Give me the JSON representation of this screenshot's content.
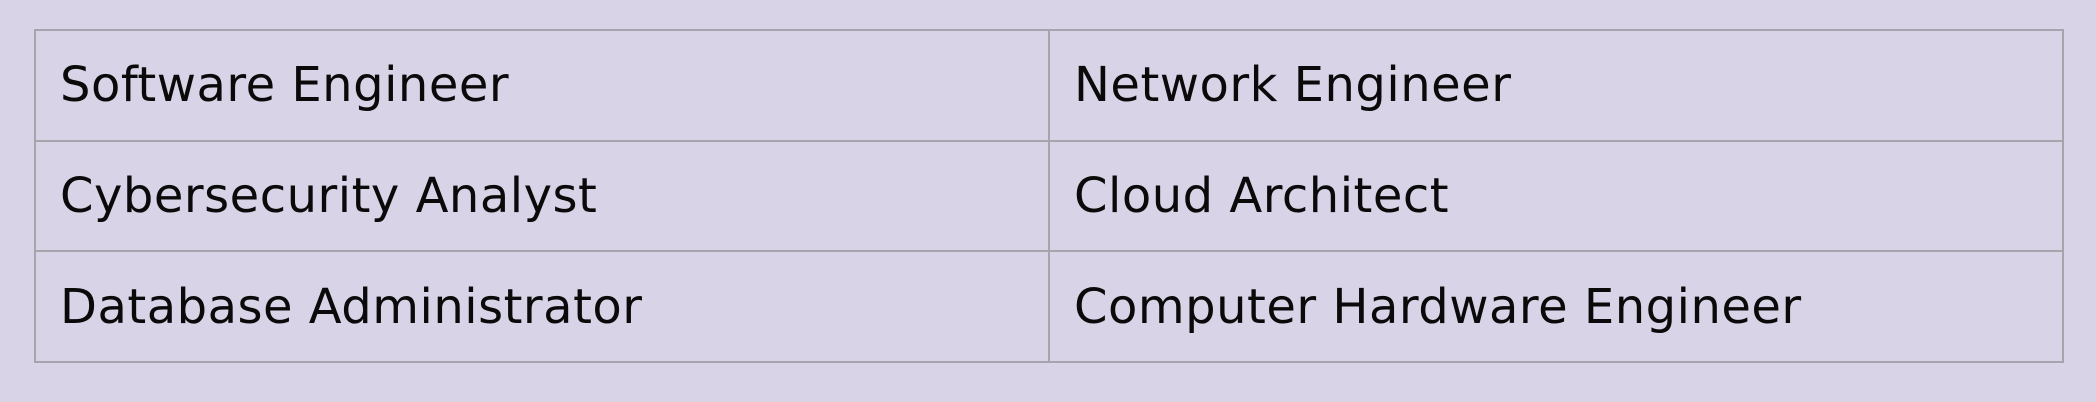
{
  "colors": {
    "background": "#d8d3e6",
    "border": "#a7a4ad",
    "text": "#0a0a0a"
  },
  "table": {
    "rows": [
      [
        "Software Engineer",
        "Network Engineer"
      ],
      [
        "Cybersecurity Analyst",
        "Cloud Architect"
      ],
      [
        "Database Administrator",
        "Computer Hardware Engineer"
      ]
    ]
  }
}
